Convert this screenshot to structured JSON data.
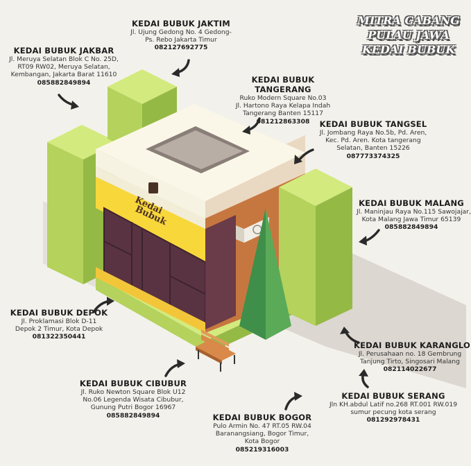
{
  "title": {
    "line1": "MITRA CABANG",
    "line2": "PULAU JAWA",
    "line3": "KEDAI BUBUK"
  },
  "store": {
    "sign_line1": "Kedai",
    "sign_line2": "Bubuk"
  },
  "branches": {
    "jakbar": {
      "name": "KEDAI BUBUK JAKBAR",
      "addr1": "Jl. Meruya Selatan Blok C No. 25D,",
      "addr2": "RT09 RW02, Meruya Selatan,",
      "addr3": "Kembangan, Jakarta Barat 11610",
      "phone": "085882849894"
    },
    "jaktim": {
      "name": "KEDAI BUBUK JAKTIM",
      "addr1": "Jl. Ujung Gedong No. 4 Gedong-",
      "addr2": "Ps. Rebo Jakarta Timur",
      "phone": "082127692775"
    },
    "tangerang": {
      "name": "KEDAI BUBUK TANGERANG",
      "addr1": "Ruko Modern Square No.03",
      "addr2": "Jl. Hartono Raya Kelapa Indah",
      "addr3": "Tangerang Banten 15117",
      "phone": "081212863308"
    },
    "tangsel": {
      "name": "KEDAI BUBUK TANGSEL",
      "addr1": "Jl. Jombang Raya No.5b, Pd. Aren,",
      "addr2": "Kec. Pd. Aren. Kota tangerang",
      "addr3": "Selatan, Banten 15226",
      "phone": "087773374325"
    },
    "malang": {
      "name": "KEDAI BUBUK MALANG",
      "addr1": "Jl. Maninjau Raya No.115 Sawojajar,",
      "addr2": "Kota Malang Jawa Timur 65139",
      "phone": "085882849894"
    },
    "depok": {
      "name": "KEDAI BUBUK DEPOK",
      "addr1": "Jl. Proklamasi Blok D-11",
      "addr2": "Depok 2 Timur, Kota Depok",
      "phone": "081322350441"
    },
    "karanglo": {
      "name": "KEDAI BUBUK KARANGLO",
      "addr1": "Jl. Perusahaan no. 18 Gembrung",
      "addr2": "Tanjung Tirto, Singosari Malang",
      "phone": "082114022677"
    },
    "cibubur": {
      "name": "KEDAI BUBUK CIBUBUR",
      "addr1": "Jl. Ruko Newton Square Blok U12",
      "addr2": "No.06 Legenda Wisata Cibubur,",
      "addr3": "Gunung Putri Bogor 16967",
      "phone": "085882849894"
    },
    "serang": {
      "name": "KEDAI BUBUK SERANG",
      "addr1": "Jln KH.abdul Latif no.268 RT.001 RW.019",
      "addr2": "sumur pecung kota serang",
      "phone": "081292978431"
    },
    "bogor": {
      "name": "KEDAI BUBUK BOGOR",
      "addr1": "Pulo Armin No. 47 RT.05 RW.04",
      "addr2": "Baranangsiang, Bogor Timur,",
      "addr3": "Kota Bogor",
      "phone": "085219316003"
    }
  },
  "colors": {
    "background": "#f3f1ec",
    "shadow": "#dcd7d0",
    "hedge_top": "#d3ea7e",
    "hedge_left": "#b4d25c",
    "hedge_right": "#95b945",
    "roof": "#f7f3e2",
    "yellow_band": "#f8d73b",
    "window": "#5a3342",
    "wall_brown": "#c6773f",
    "tree_dark": "#3f8f4a",
    "tree_light": "#5aaa58"
  }
}
